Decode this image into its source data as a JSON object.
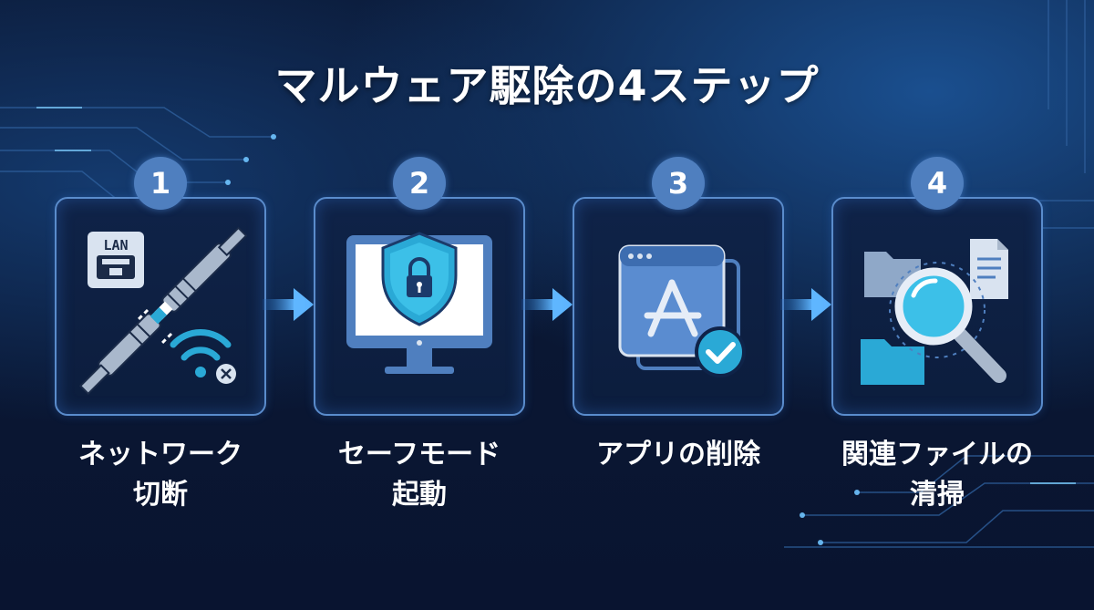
{
  "title": "マルウェア駆除の4ステップ",
  "steps": [
    {
      "number": "1",
      "label": "ネットワーク\n切断",
      "icon": "network-disconnect-icon",
      "icon_text": "LAN"
    },
    {
      "number": "2",
      "label": "セーフモード\n起動",
      "icon": "safe-mode-shield-icon"
    },
    {
      "number": "3",
      "label": "アプリの削除",
      "icon": "app-delete-icon"
    },
    {
      "number": "4",
      "label": "関連ファイルの\n清掃",
      "icon": "file-scan-icon"
    }
  ],
  "colors": {
    "accent": "#4f7fbf",
    "cyan": "#2aa9d6",
    "background": "#0b1a38"
  }
}
